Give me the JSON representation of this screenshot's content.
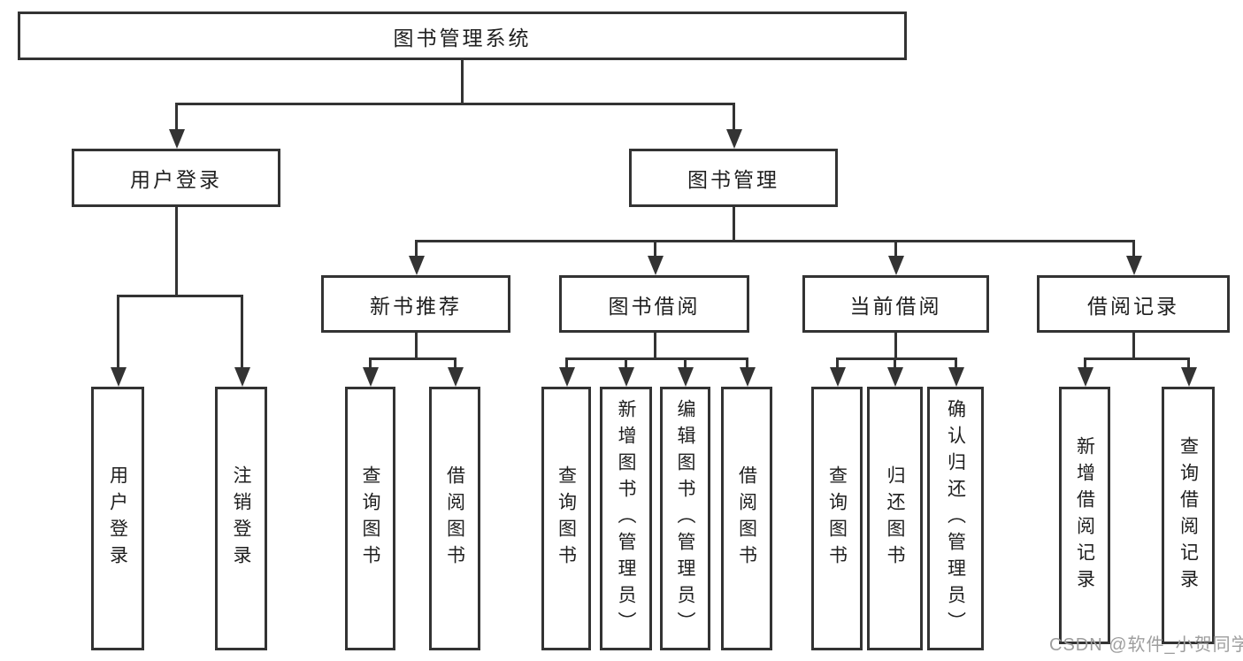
{
  "colors": {
    "line": "#333333",
    "text": "#1f1f1f",
    "background": "#ffffff",
    "watermark": "#9e9e9e"
  },
  "watermark": "CSDN @软件_小贺同学",
  "nodes": {
    "root": "图书管理系统",
    "level2": {
      "user_login": "用户登录",
      "book_mgmt": "图书管理"
    },
    "level3": {
      "new_book_rec": "新书推荐",
      "book_borrow": "图书借阅",
      "current_borrow": "当前借阅",
      "borrow_records": "借阅记录"
    },
    "leaves": {
      "user_login": "用户登录",
      "logout": "注销登录",
      "rec_query_book": "查询图书",
      "rec_borrow_book": "借阅图书",
      "borrow_query_book": "查询图书",
      "borrow_add_book": "新增图书（管理员）",
      "borrow_edit_book": "编辑图书（管理员）",
      "borrow_borrow_book": "借阅图书",
      "current_query_book": "查询图书",
      "current_return_book": "归还图书",
      "current_confirm_return": "确认归还（管理员）",
      "records_add_record": "新增借阅记录",
      "records_query_record": "查询借阅记录"
    }
  },
  "hierarchy": {
    "图书管理系统": [
      "用户登录",
      "图书管理"
    ],
    "用户登录": [
      "用户登录",
      "注销登录"
    ],
    "图书管理": [
      "新书推荐",
      "图书借阅",
      "当前借阅",
      "借阅记录"
    ],
    "新书推荐": [
      "查询图书",
      "借阅图书"
    ],
    "图书借阅": [
      "查询图书",
      "新增图书（管理员）",
      "编辑图书（管理员）",
      "借阅图书"
    ],
    "当前借阅": [
      "查询图书",
      "归还图书",
      "确认归还（管理员）"
    ],
    "借阅记录": [
      "新增借阅记录",
      "查询借阅记录"
    ]
  }
}
